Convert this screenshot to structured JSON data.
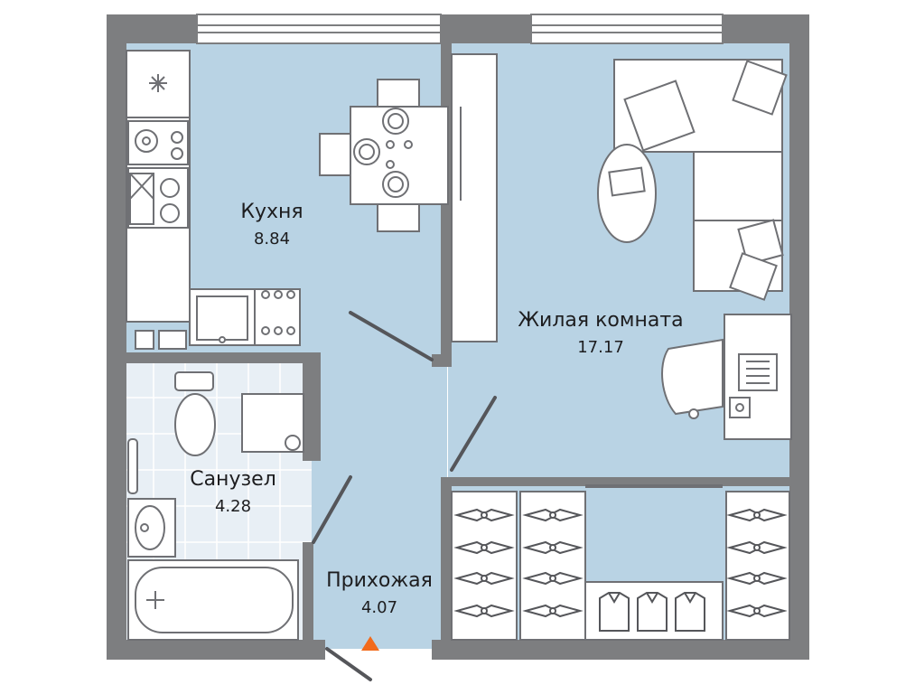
{
  "colors": {
    "wall": "#7d7e80",
    "floor": "#b9d3e4",
    "tile": "#e8eff5",
    "furniture_stroke": "#6f7074",
    "furniture_fill": "#ffffff",
    "entrance_marker": "#f26a1b"
  },
  "rooms": {
    "kitchen": {
      "name": "Кухня",
      "area": "8.84"
    },
    "living": {
      "name": "Жилая комната",
      "area": "17.17"
    },
    "bathroom": {
      "name": "Санузел",
      "area": "4.28"
    },
    "hallway": {
      "name": "Прихожая",
      "area": "4.07"
    }
  },
  "icons": [
    "entrance-arrow-icon",
    "sink-icon",
    "stove-icon",
    "toilet-icon",
    "bathtub-icon",
    "laptop-icon",
    "shirt-icon"
  ]
}
